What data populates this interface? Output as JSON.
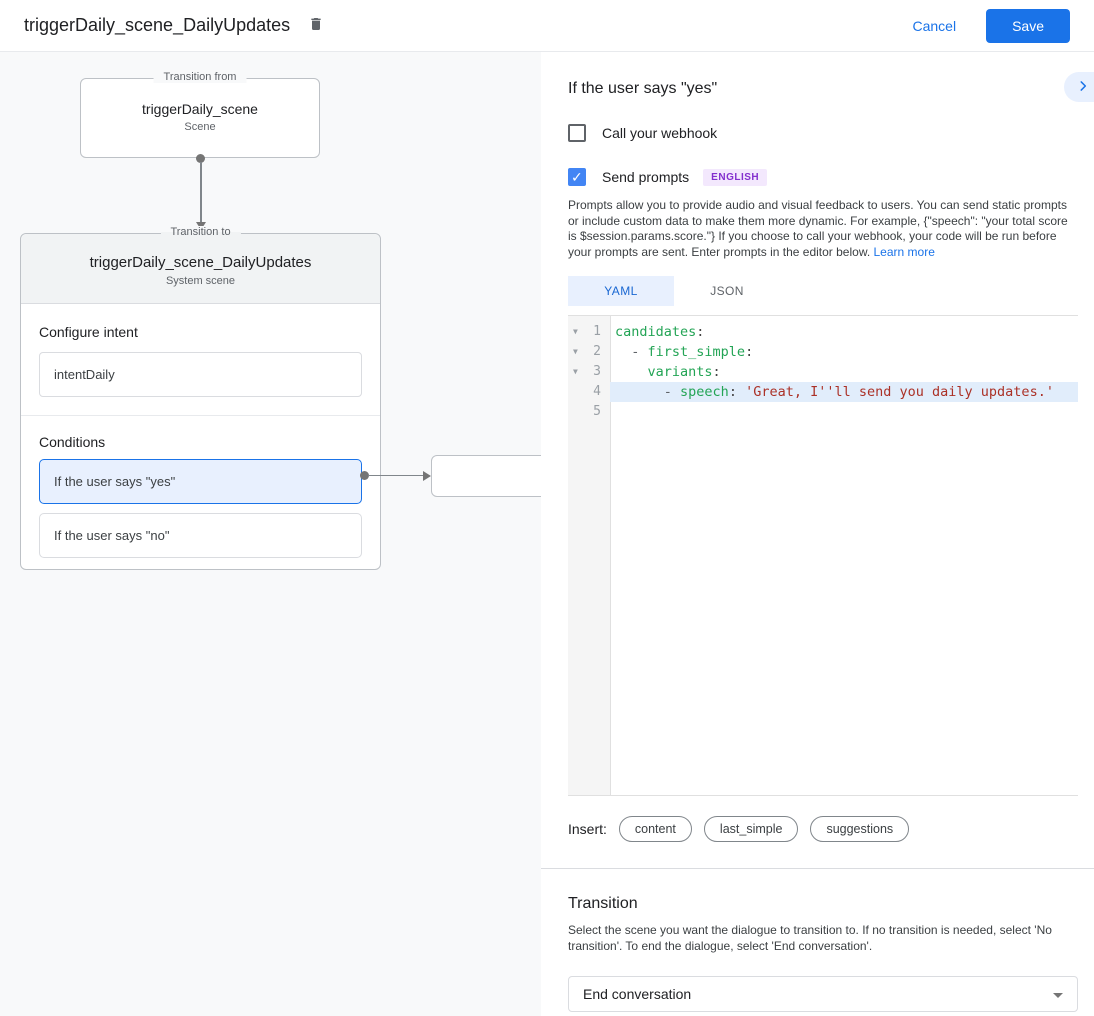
{
  "header": {
    "title": "triggerDaily_scene_DailyUpdates",
    "cancel_label": "Cancel",
    "save_label": "Save"
  },
  "canvas": {
    "from_node": {
      "legend": "Transition from",
      "title": "triggerDaily_scene",
      "subtitle": "Scene"
    },
    "to_node": {
      "legend": "Transition to",
      "title": "triggerDaily_scene_DailyUpdates",
      "subtitle": "System scene"
    },
    "intent_section": {
      "heading": "Configure intent",
      "intent_name": "intentDaily"
    },
    "conditions_section": {
      "heading": "Conditions",
      "items": [
        {
          "label": "If the user says \"yes\"",
          "selected": true
        },
        {
          "label": "If the user says \"no\"",
          "selected": false
        }
      ]
    }
  },
  "panel": {
    "title": "If the user says \"yes\"",
    "webhook_checkbox": {
      "label": "Call your webhook",
      "checked": false
    },
    "prompts_checkbox": {
      "label": "Send prompts",
      "checked": true,
      "badge": "ENGLISH"
    },
    "description": "Prompts allow you to provide audio and visual feedback to users. You can send static prompts or include custom data to make them more dynamic. For example, {\"speech\": \"your total score is $session.params.score.\"} If you choose to call your webhook, your code will be run before your prompts are sent. Enter prompts in the editor below.",
    "learn_more_label": "Learn more",
    "tabs": [
      {
        "label": "YAML",
        "active": true
      },
      {
        "label": "JSON",
        "active": false
      }
    ],
    "editor": {
      "lines": [
        {
          "num": "1",
          "fold": true,
          "highlight": false,
          "segments": [
            {
              "c": "key",
              "t": "candidates"
            },
            {
              "c": "punc",
              "t": ":"
            }
          ]
        },
        {
          "num": "2",
          "fold": true,
          "highlight": false,
          "segments": [
            {
              "c": "plain",
              "t": "  "
            },
            {
              "c": "meta",
              "t": "- "
            },
            {
              "c": "key",
              "t": "first_simple"
            },
            {
              "c": "punc",
              "t": ":"
            }
          ]
        },
        {
          "num": "3",
          "fold": true,
          "highlight": false,
          "segments": [
            {
              "c": "plain",
              "t": "    "
            },
            {
              "c": "key",
              "t": "variants"
            },
            {
              "c": "punc",
              "t": ":"
            }
          ]
        },
        {
          "num": "4",
          "fold": false,
          "highlight": true,
          "segments": [
            {
              "c": "plain",
              "t": "      "
            },
            {
              "c": "meta",
              "t": "- "
            },
            {
              "c": "key",
              "t": "speech"
            },
            {
              "c": "punc",
              "t": ": "
            },
            {
              "c": "string",
              "t": "'Great, I''ll send you daily updates.'"
            }
          ]
        },
        {
          "num": "5",
          "fold": false,
          "highlight": false,
          "segments": []
        }
      ]
    },
    "insert": {
      "label": "Insert:",
      "chips": [
        "content",
        "last_simple",
        "suggestions"
      ]
    },
    "transition": {
      "heading": "Transition",
      "description": "Select the scene you want the dialogue to transition to. If no transition is needed, select 'No transition'. To end the dialogue, select 'End conversation'.",
      "selected_option": "End conversation"
    }
  },
  "colors": {
    "accent_blue": "#1a73e8",
    "light_blue_bg": "#e8f0fe",
    "selected_condition_bg": "#e8f0fe",
    "badge_purple": "#8430ce",
    "badge_bg": "#f3e8fd",
    "code_key_green": "#23a455",
    "code_string_red": "#ab3127",
    "active_line_bg": "#e1edfb",
    "canvas_bg": "#f8f9fa",
    "card_header_bg": "#f1f3f4"
  }
}
